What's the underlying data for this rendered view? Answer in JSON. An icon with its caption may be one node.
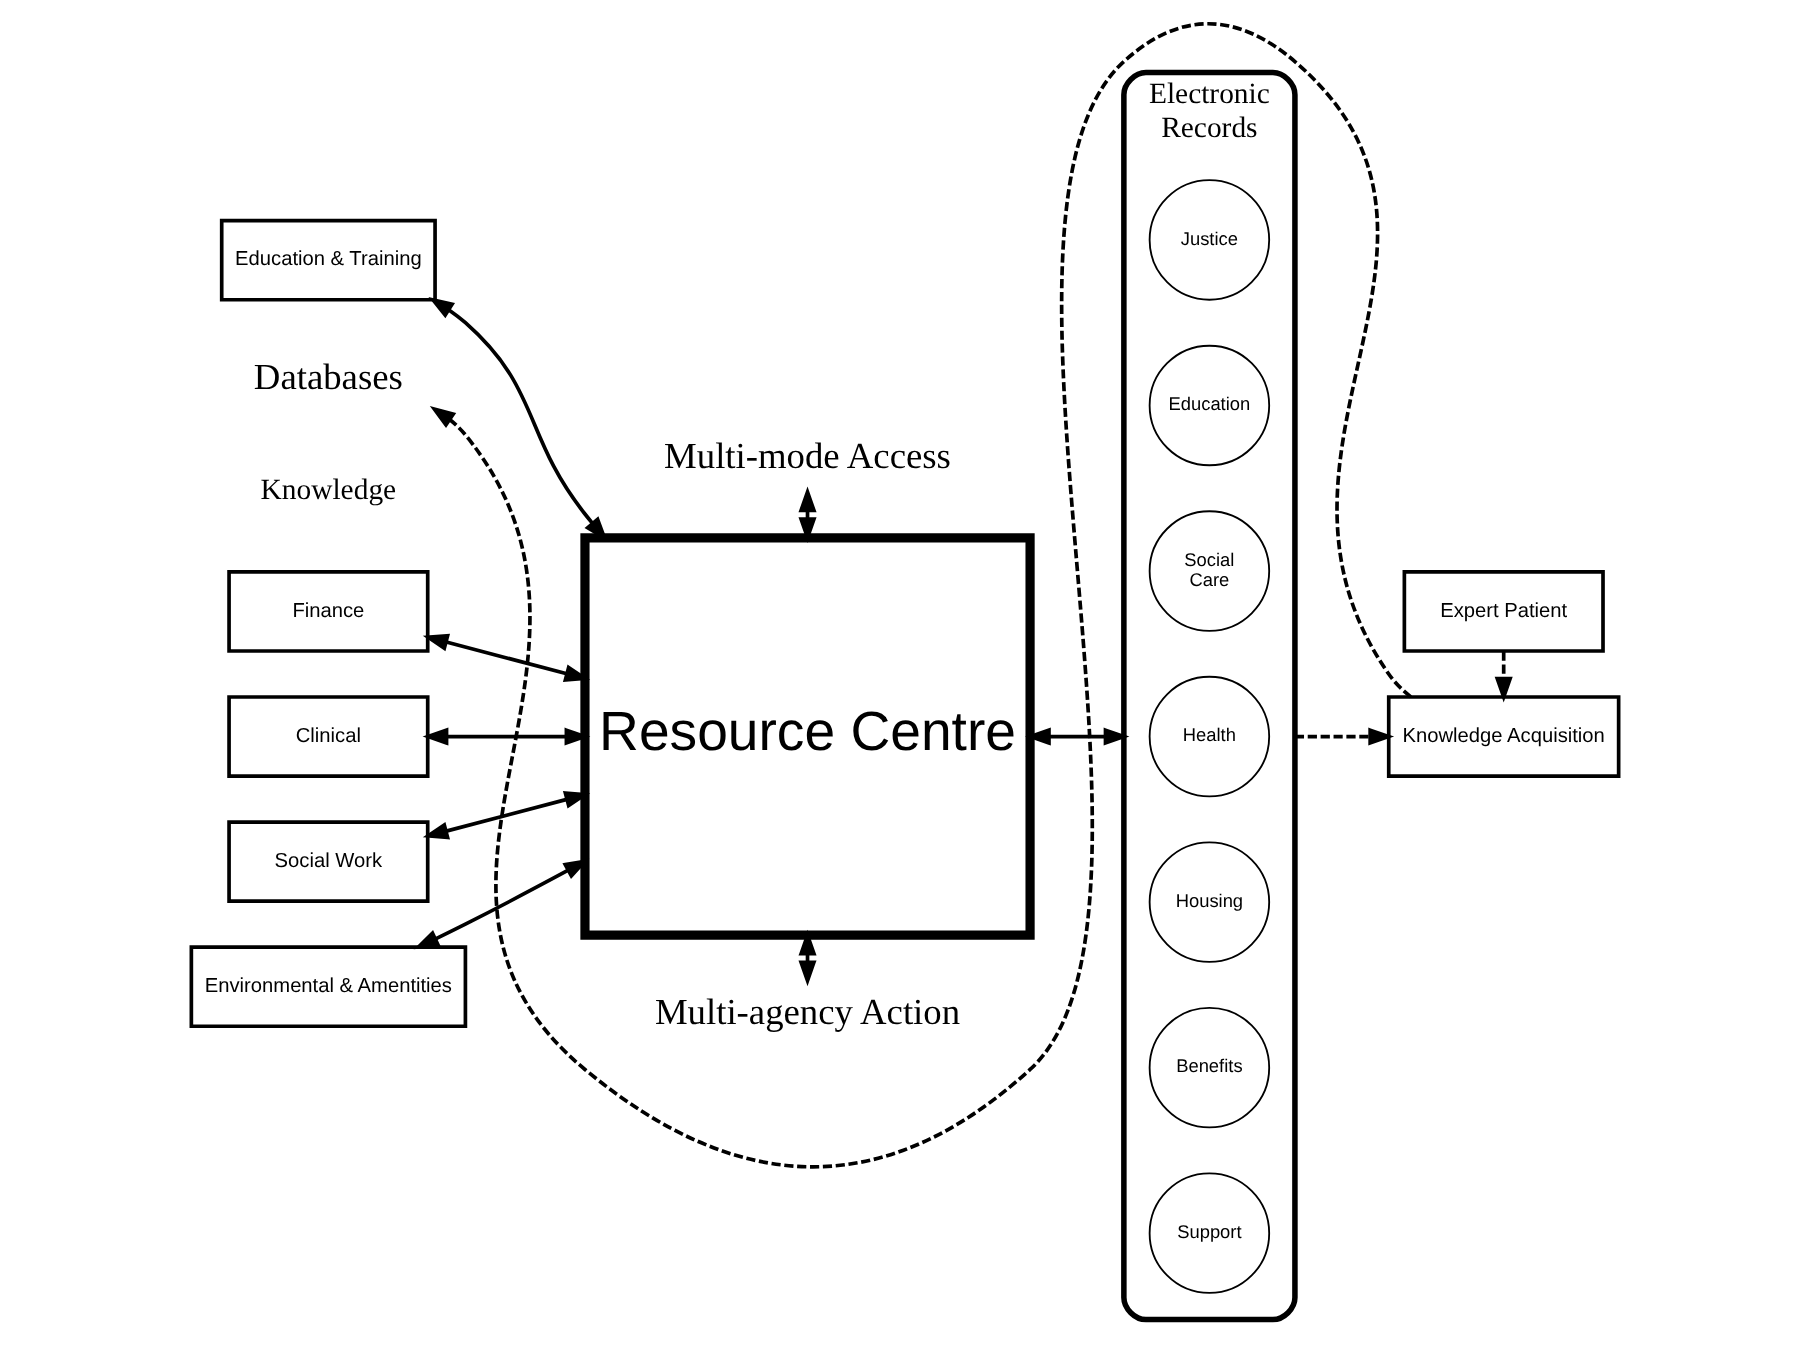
{
  "diagram": {
    "nodes": [
      {
        "text": [
          "Multi-mode Access"
        ]
      },
      {
        "text": [
          "Expert Patient"
        ]
      },
      {
        "text": [
          "Finance"
        ]
      },
      {
        "text": [
          "Clinical"
        ]
      },
      {
        "text": [
          "Social Work"
        ]
      },
      {
        "text": [
          "Environmental & Amentities"
        ]
      },
      {
        "text": [
          "Education & Training"
        ]
      },
      {
        "text": [
          "Resource Centre"
        ]
      },
      {
        "text": [
          "Electronic",
          "Records"
        ]
      },
      {
        "text": [
          "Justice"
        ],
        "in": 8
      },
      {
        "text": [
          "Education"
        ],
        "in": 8
      },
      {
        "text": [
          "Social Care"
        ],
        "in": 8
      },
      {
        "text": [
          "Health"
        ],
        "in": 8
      },
      {
        "text": [
          "Housing"
        ],
        "in": 8
      },
      {
        "text": [
          "Benefits"
        ],
        "in": 8
      },
      {
        "text": [
          "Support"
        ],
        "in": 8
      },
      {
        "text": [
          "Databases"
        ]
      },
      {
        "text": [
          "Multi-agency Action"
        ]
      },
      {
        "text": [
          "Knowledge Acquisition"
        ]
      }
    ],
    "edges": [
      {
        "from": 0,
        "to": 7,
        "arrow": "both"
      },
      {
        "from": 2,
        "to": 7,
        "arrow": "both"
      },
      {
        "from": 3,
        "to": 7,
        "arrow": "both"
      },
      {
        "from": 4,
        "to": 7,
        "arrow": "both"
      },
      {
        "from": 5,
        "to": 7,
        "arrow": "both"
      },
      {
        "from": 6,
        "to": 7,
        "arrow": "both"
      },
      {
        "from": 7,
        "to": 8,
        "arrow": "both"
      },
      {
        "from": 7,
        "to": 17,
        "arrow": "both"
      },
      {
        "from": 1,
        "to": 18,
        "arrow": "to",
        "style": "dashed"
      },
      {
        "from": 8,
        "to": 18,
        "arrow": "to",
        "style": "dashed"
      },
      {
        "from": 18,
        "to": 16,
        "arrow": "to",
        "style": "dashed"
      }
    ],
    "labels": [
      "Knowledge"
    ]
  }
}
